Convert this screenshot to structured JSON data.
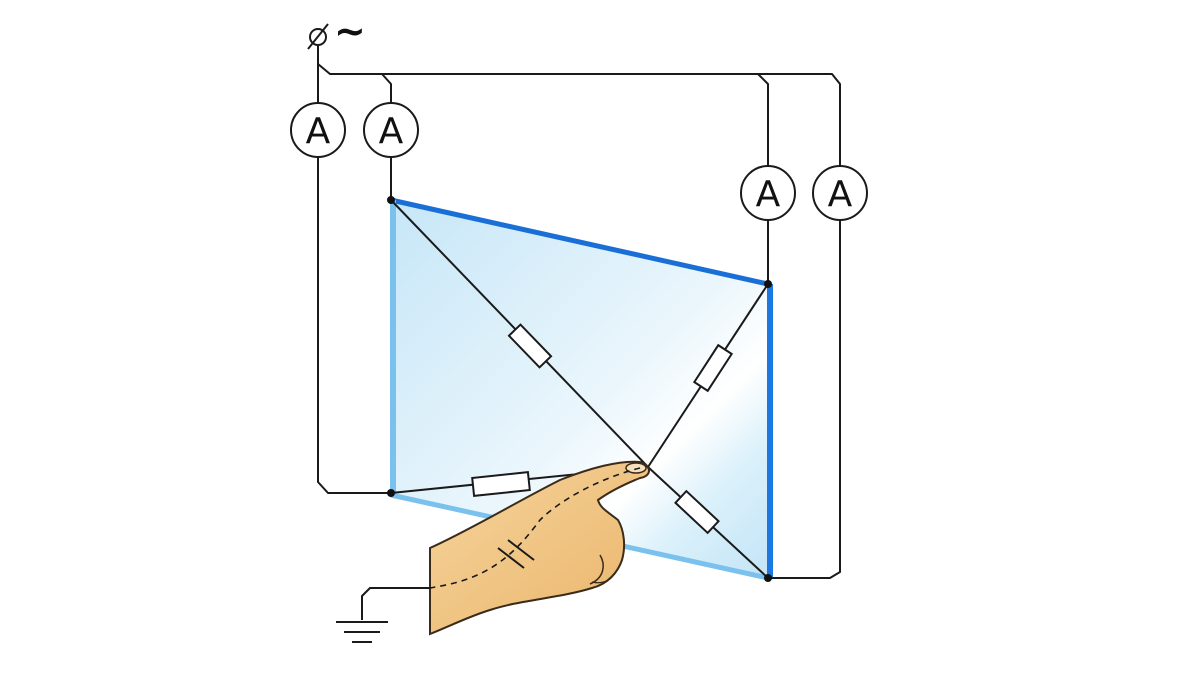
{
  "source": {
    "label": "~",
    "symbol": "ac-source-terminal-icon"
  },
  "ammeters": [
    {
      "id": "ammeter-1",
      "label": "A"
    },
    {
      "id": "ammeter-2",
      "label": "A"
    },
    {
      "id": "ammeter-3",
      "label": "A"
    },
    {
      "id": "ammeter-4",
      "label": "A"
    }
  ],
  "panel": {
    "fill_light": "#e6f4fb",
    "fill_mid": "#c8e9f8",
    "edge_dark": "#1a6fd6",
    "edge_light": "#7fc3ef"
  },
  "hand": {
    "skin": "#f3c787",
    "outline": "#3a2b1a"
  },
  "ground": {
    "symbol": "ground-icon"
  }
}
